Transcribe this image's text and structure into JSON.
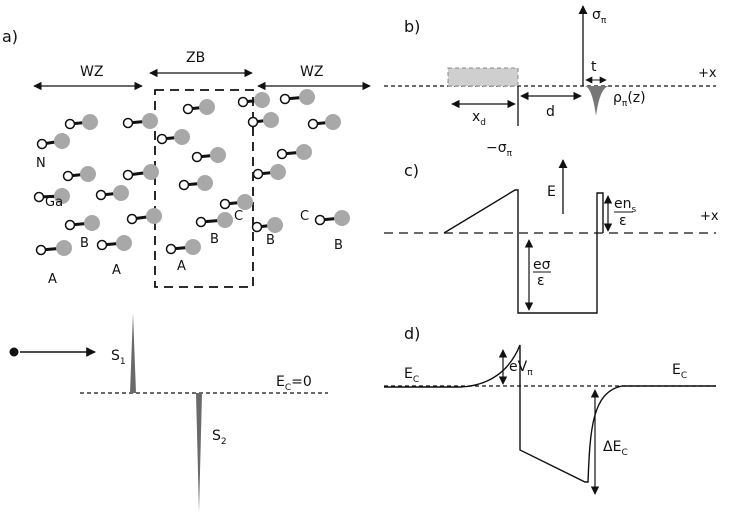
{
  "panels": {
    "a": "a)",
    "b": "b)",
    "c": "c)",
    "d": "d)"
  },
  "panel_a": {
    "region_wz_left": "WZ",
    "region_zb": "ZB",
    "region_wz_right": "WZ",
    "atom_n": "N",
    "atom_ga": "Ga",
    "stack_labels": [
      "A",
      "B",
      "A",
      "B",
      "C",
      "A",
      "B",
      "C",
      "B"
    ]
  },
  "panel_s": {
    "s1_main": "S",
    "s1_sub": "1",
    "s2_main": "S",
    "s2_sub": "2",
    "ec_zero": "E",
    "ec_zero_sub": "C",
    "ec_zero_rest": "=0"
  },
  "panel_b": {
    "sigma_pi": "σ",
    "sigma_pi_sub": "π",
    "neg_sigma": "−σ",
    "neg_sigma_sub": "π",
    "plus_x": "+x",
    "t": "t",
    "xd": "x",
    "xd_sub": "d",
    "d": "d",
    "rho": "ρ",
    "rho_sub": "π",
    "rho_rest": "(z)"
  },
  "panel_c": {
    "E": "E",
    "plus_x": "+x",
    "ens_num": "en",
    "ens_sub": "s",
    "ens_den": "ε",
    "esig_num": "eσ",
    "esig_den": "ε"
  },
  "panel_d": {
    "ec_left": "E",
    "ec_left_sub": "C",
    "ec_right": "E",
    "ec_right_sub": "C",
    "evpi": "eV",
    "evpi_sub": "π",
    "delta_ec": "ΔE",
    "delta_ec_sub": "C"
  },
  "colors": {
    "atom_gray": "#a8a8a8",
    "rect_fill": "#cfcfcf",
    "ink": "#111111"
  }
}
